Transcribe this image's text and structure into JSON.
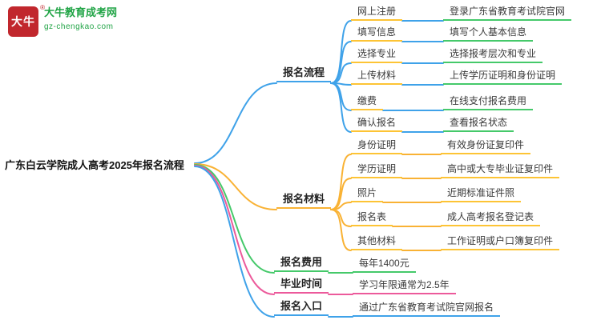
{
  "brand": {
    "logo_glyph": "大牛",
    "registered_mark": "®",
    "site_name": "大牛教育成考网",
    "site_domain": "gz-chengkao.com"
  },
  "palette": {
    "blue": "#3fa2e9",
    "orange": "#f9b234",
    "yellow": "#fdc435",
    "green": "#45c96a",
    "pink": "#ec5a9b",
    "brand_red": "#c1272d",
    "brand_green": "#21a446"
  },
  "mindmap": {
    "root": "广东白云学院成人高考2025年报名流程",
    "branches": [
      {
        "label": "报名流程",
        "children": [
          {
            "label": "网上注册",
            "value": "登录广东省教育考试院官网"
          },
          {
            "label": "填写信息",
            "value": "填写个人基本信息"
          },
          {
            "label": "选择专业",
            "value": "选择报考层次和专业"
          },
          {
            "label": "上传材料",
            "value": "上传学历证明和身份证明"
          },
          {
            "label": "缴费",
            "value": "在线支付报名费用"
          },
          {
            "label": "确认报名",
            "value": "查看报名状态"
          }
        ]
      },
      {
        "label": "报名材料",
        "children": [
          {
            "label": "身份证明",
            "value": "有效身份证复印件"
          },
          {
            "label": "学历证明",
            "value": "高中或大专毕业证复印件"
          },
          {
            "label": "照片",
            "value": "近期标准证件照"
          },
          {
            "label": "报名表",
            "value": "成人高考报名登记表"
          },
          {
            "label": "其他材料",
            "value": "工作证明或户口簿复印件"
          }
        ]
      },
      {
        "label": "报名费用",
        "value": "每年1400元"
      },
      {
        "label": "毕业时间",
        "value": "学习年限通常为2.5年"
      },
      {
        "label": "报名入口",
        "value": "通过广东省教育考试院官网报名"
      }
    ]
  }
}
